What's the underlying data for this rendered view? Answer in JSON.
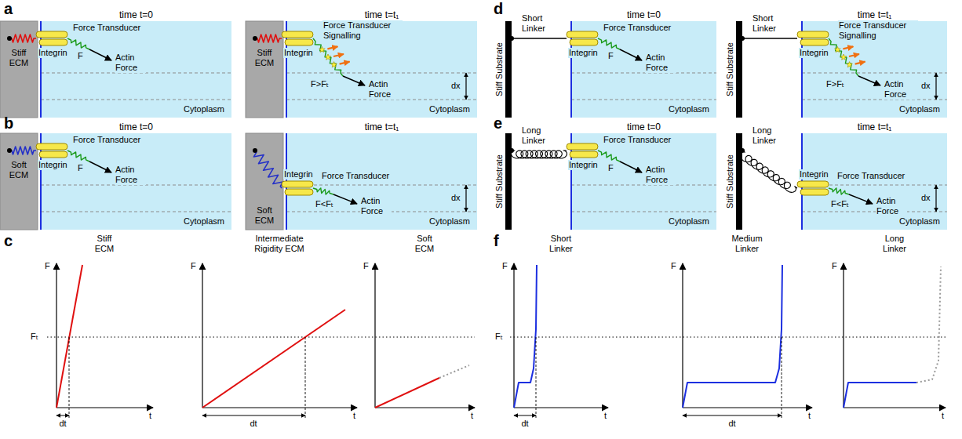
{
  "diagram": {
    "nodes": [
      {
        "text": [
          "Stiff ECM"
        ]
      },
      {
        "text": [
          "Cytoplasm"
        ]
      },
      {
        "text": [
          "Stiff ECM"
        ]
      },
      {
        "text": [
          "Cytoplasm"
        ]
      },
      {
        "text": [
          "Soft ECM"
        ]
      },
      {
        "text": [
          "Cytoplasm"
        ]
      },
      {
        "text": [
          "Soft ECM"
        ]
      },
      {
        "text": [
          "Cytoplasm"
        ]
      },
      {
        "text": [
          "Cytoplasm"
        ]
      },
      {
        "text": [
          "Cytoplasm"
        ]
      },
      {
        "text": [
          "Cytoplasm"
        ]
      },
      {
        "text": [
          "Cytoplasm"
        ]
      }
    ],
    "labels": [
      "a",
      "time t=0",
      "Integrin",
      "Force Transducer",
      "F",
      "Actin Force",
      "time t=t₁",
      "Integrin",
      "Force Transducer Signalling",
      "F>Fₜ",
      "Actin Force",
      "dx",
      "b",
      "time t=0",
      "Integrin",
      "Force Transducer",
      "F",
      "Actin Force",
      "time t=t₁",
      "Integrin",
      "Force Transducer",
      "F<Fₜ",
      "Actin Force",
      "dx",
      "c",
      "Stiff ECM",
      "Intermediate Rigidity ECM",
      "Soft ECM",
      "F",
      "t",
      "F",
      "t",
      "F",
      "t",
      "Fₜ",
      "dt",
      "dt",
      "d",
      "time t=0",
      "Short Linker",
      "Stiff Substrate",
      "Integrin",
      "Force Transducer",
      "F",
      "Actin Force",
      "time t=t₁",
      "Short Linker",
      "Stiff Substrate",
      "Integrin",
      "Force Transducer Signalling",
      "F>Fₜ",
      "Actin Force",
      "dx",
      "e",
      "time t=0",
      "Long Linker",
      "Stiff Substrate",
      "Integrin",
      "Force Transducer",
      "F",
      "Actin Force",
      "time t=t₁",
      "Long Linker",
      "Stiff Substrate",
      "Integrin",
      "Force Transducer",
      "F<Fₜ",
      "Actin Force",
      "dx",
      "f",
      "Short Linker",
      "Medium Linker",
      "Long Linker",
      "F",
      "t",
      "F",
      "t",
      "F",
      "t",
      "Fₜ",
      "dt",
      "dt"
    ]
  }
}
